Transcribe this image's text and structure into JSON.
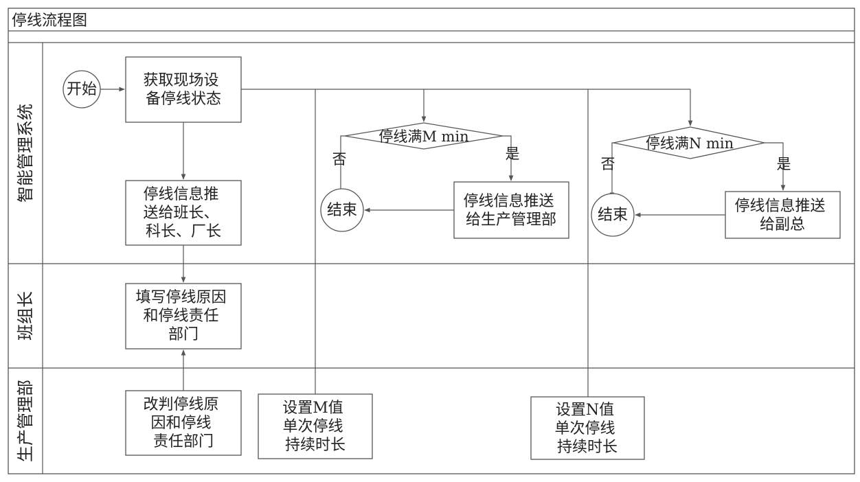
{
  "title": "停线流程图",
  "lanes": [
    {
      "id": "system",
      "label": "智能管理系统"
    },
    {
      "id": "team",
      "label": "班组长"
    },
    {
      "id": "production",
      "label": "生产管理部"
    }
  ],
  "nodes": {
    "start": {
      "lines": [
        "开始"
      ]
    },
    "get_status": {
      "lines": [
        "获取现场设",
        "备停线状态"
      ]
    },
    "push_leaders": {
      "lines": [
        "停线信息推",
        "送给班长、",
        "科长、厂长"
      ]
    },
    "fill_reason": {
      "lines": [
        "填写停线原因",
        "和停线责任",
        "部门"
      ]
    },
    "revise_reason": {
      "lines": [
        "改判停线原",
        "因和停线",
        "责任部门"
      ]
    },
    "set_m": {
      "lines": [
        "设置M值",
        "单次停线",
        "持续时长"
      ]
    },
    "set_n": {
      "lines": [
        "设置N值",
        "单次停线",
        "持续时长"
      ]
    },
    "decision_m": {
      "label": "停线满M min"
    },
    "decision_n": {
      "label": "停线满N min"
    },
    "end_m": {
      "lines": [
        "结束"
      ]
    },
    "end_n": {
      "lines": [
        "结束"
      ]
    },
    "push_production": {
      "lines": [
        "停线信息推送",
        "给生产管理部"
      ]
    },
    "push_vp": {
      "lines": [
        "停线信息推送",
        "给副总"
      ]
    }
  },
  "edge_labels": {
    "no_m": "否",
    "yes_m": "是",
    "no_n": "否",
    "yes_n": "是"
  },
  "colors": {
    "stroke": "#555555",
    "text": "#222222",
    "background": "#ffffff"
  }
}
